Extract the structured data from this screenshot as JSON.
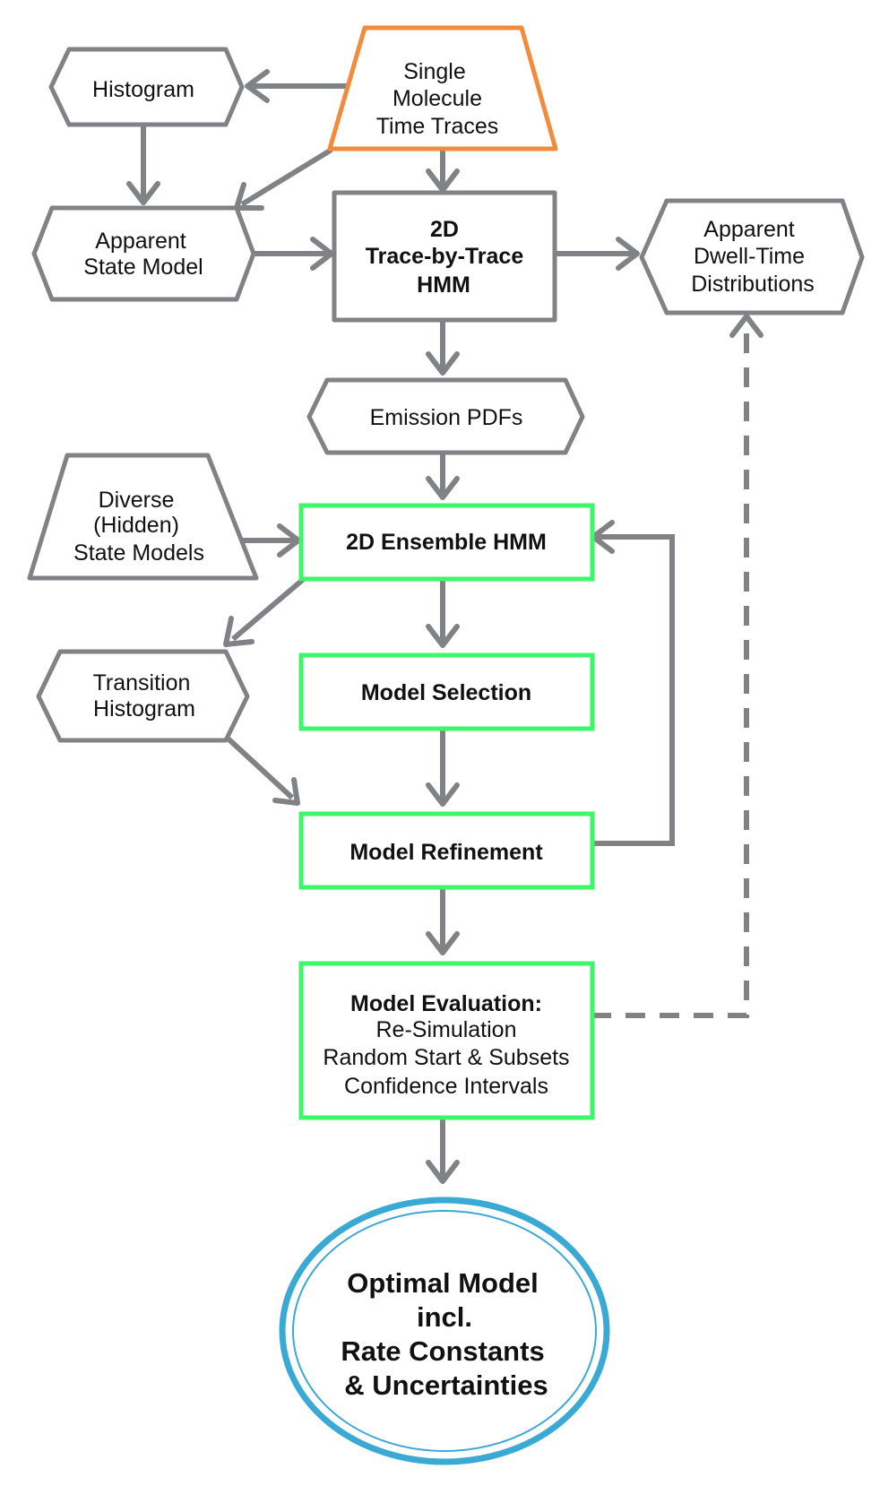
{
  "nodes": {
    "single_molecule": {
      "lines": [
        "Single",
        "Molecule",
        "Time Traces"
      ]
    },
    "histogram": {
      "lines": [
        "Histogram"
      ]
    },
    "apparent_state_model": {
      "lines": [
        "Apparent",
        "State Model"
      ]
    },
    "trace_hmm": {
      "lines": [
        "2D",
        "Trace-by-Trace",
        "HMM"
      ]
    },
    "apparent_dwell": {
      "lines": [
        "Apparent",
        "Dwell-Time",
        "Distributions"
      ]
    },
    "emission_pdfs": {
      "lines": [
        "Emission PDFs"
      ]
    },
    "diverse_models": {
      "lines": [
        "Diverse",
        "(Hidden)",
        "State Models"
      ]
    },
    "ensemble_hmm": {
      "lines": [
        "2D Ensemble HMM"
      ]
    },
    "transition_histogram": {
      "lines": [
        "Transition",
        "Histogram"
      ]
    },
    "model_selection": {
      "lines": [
        "Model Selection"
      ]
    },
    "model_refinement": {
      "lines": [
        "Model Refinement"
      ]
    },
    "model_evaluation": {
      "title": "Model Evaluation:",
      "lines": [
        "Re-Simulation",
        "Random Start & Subsets",
        "Confidence Intervals"
      ]
    },
    "optimal_model": {
      "lines": [
        "Optimal Model",
        "incl.",
        "Rate Constants",
        "& Uncertainties"
      ]
    }
  },
  "colors": {
    "connector": "#808285",
    "input_border": "#f28c3c",
    "ensemble_border": "#3ff56a",
    "output_ring": "#3aa9d4"
  }
}
